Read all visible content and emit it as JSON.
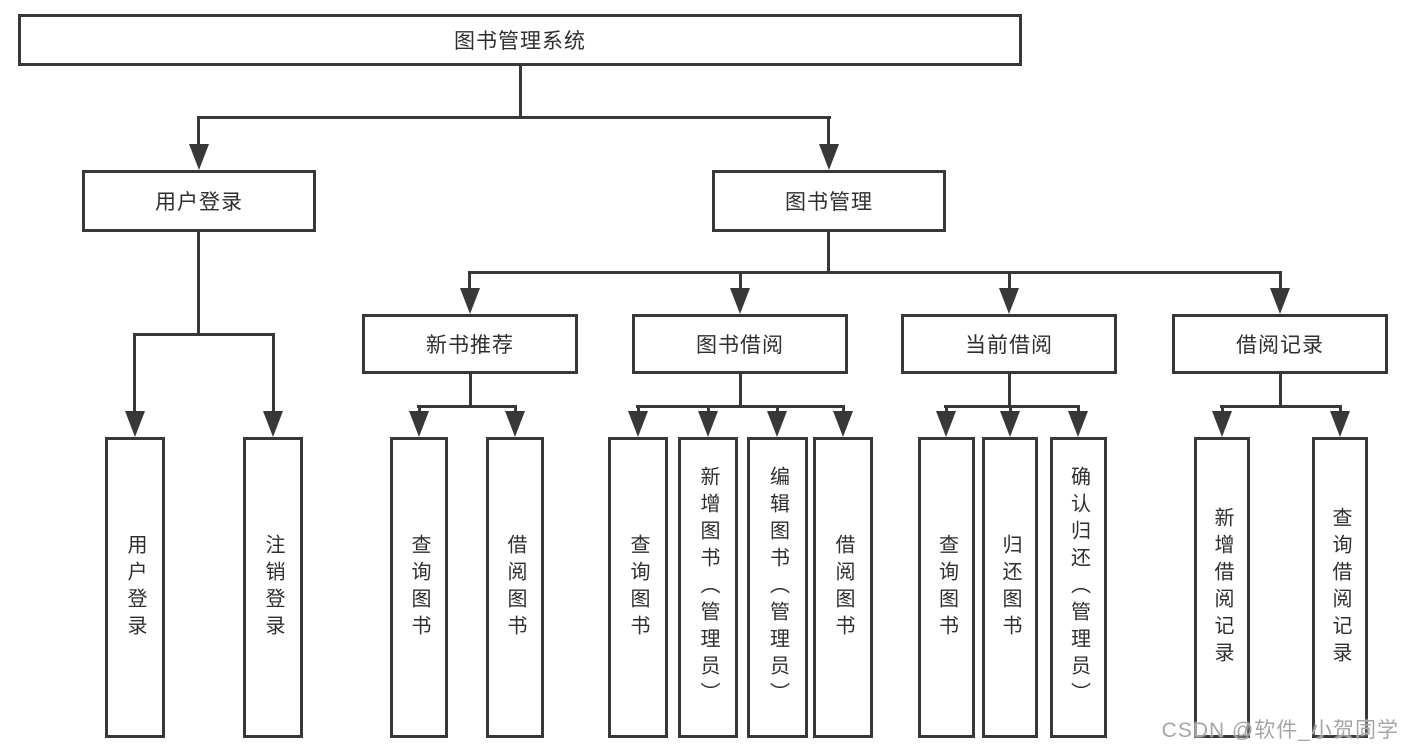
{
  "tree": {
    "label": "图书管理系统",
    "children": [
      {
        "label": "用户登录",
        "children": [
          {
            "label": "用户登录"
          },
          {
            "label": "注销登录"
          }
        ]
      },
      {
        "label": "图书管理",
        "children": [
          {
            "label": "新书推荐",
            "children": [
              {
                "label": "查询图书"
              },
              {
                "label": "借阅图书"
              }
            ]
          },
          {
            "label": "图书借阅",
            "children": [
              {
                "label": "查询图书"
              },
              {
                "label": "新增图书（管理员）"
              },
              {
                "label": "编辑图书（管理员）"
              },
              {
                "label": "借阅图书"
              }
            ]
          },
          {
            "label": "当前借阅",
            "children": [
              {
                "label": "查询图书"
              },
              {
                "label": "归还图书"
              },
              {
                "label": "确认归还（管理员）"
              }
            ]
          },
          {
            "label": "借阅记录",
            "children": [
              {
                "label": "新增借阅记录"
              },
              {
                "label": "查询借阅记录"
              }
            ]
          }
        ]
      }
    ]
  },
  "watermark": {
    "text": "CSDN @软件_小贺同学"
  },
  "colors": {
    "line": "#383838",
    "text": "#2f2f2f",
    "background": "#ffffff",
    "watermark": "#a6a6a6"
  }
}
